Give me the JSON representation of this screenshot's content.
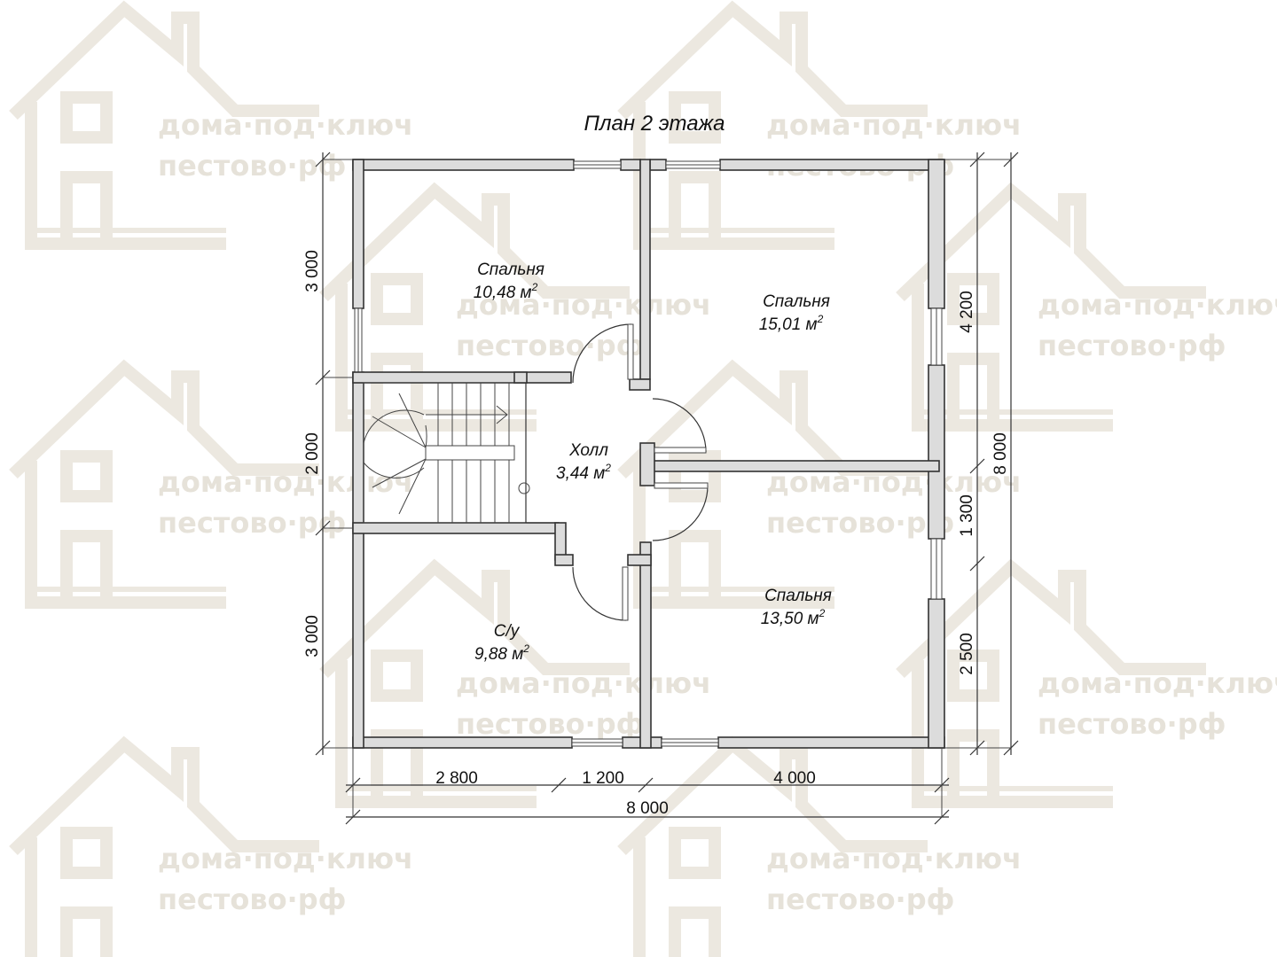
{
  "title": "План 2 этажа",
  "watermark": {
    "line1": "дома·под·ключ",
    "line2": "пестово·рф"
  },
  "rooms": [
    {
      "name": "Спальня",
      "area": "10,48 м",
      "sup": "2"
    },
    {
      "name": "Спальня",
      "area": "15,01 м",
      "sup": "2"
    },
    {
      "name": "Холл",
      "area": "3,44 м",
      "sup": "2"
    },
    {
      "name": "С/у",
      "area": "9,88 м",
      "sup": "2"
    },
    {
      "name": "Спальня",
      "area": "13,50 м",
      "sup": "2"
    }
  ],
  "dimensions": {
    "left": [
      "3 000",
      "2 000",
      "3 000"
    ],
    "right_inner": [
      "4 200",
      "1 300",
      "2 500"
    ],
    "right_outer": "8 000",
    "bottom_chain": [
      "2 800",
      "1 200",
      "4 000"
    ],
    "bottom_total": "8 000"
  }
}
